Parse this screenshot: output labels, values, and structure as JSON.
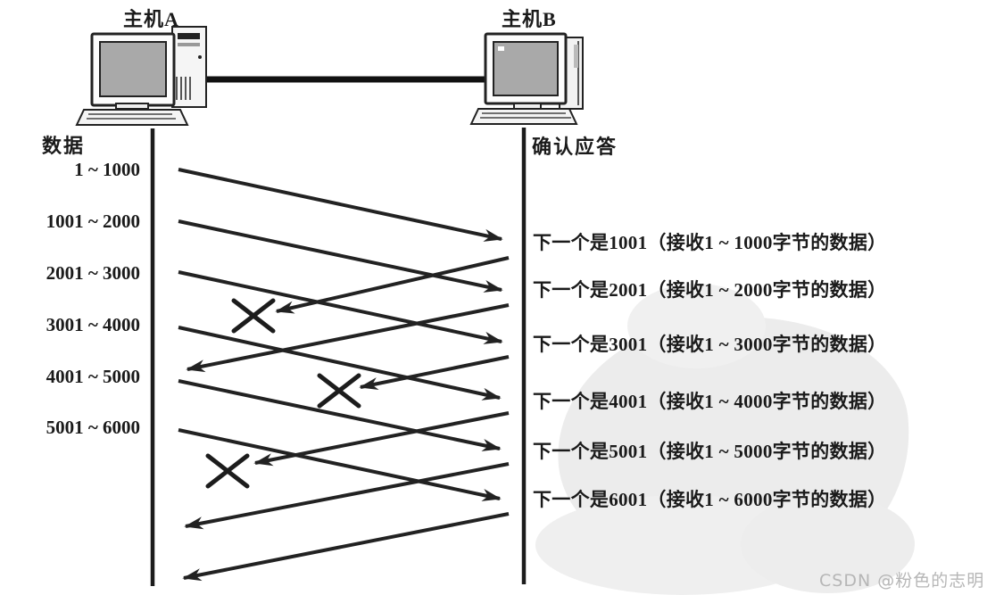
{
  "hosts": {
    "host_a": "主机A",
    "host_b": "主机B"
  },
  "columns": {
    "data_header": "数据",
    "ack_header": "确认应答"
  },
  "segments": [
    "1 ~ 1000",
    "1001 ~ 2000",
    "2001 ~ 3000",
    "3001 ~ 4000",
    "4001 ~ 5000",
    "5001 ~ 6000"
  ],
  "acks": [
    {
      "label": "下一个是1001（接收1 ~ 1000字节的数据）",
      "lost": true
    },
    {
      "label": "下一个是2001（接收1 ~ 2000字节的数据）",
      "lost": false
    },
    {
      "label": "下一个是3001（接收1 ~ 3000字节的数据）",
      "lost": true
    },
    {
      "label": "下一个是4001（接收1 ~ 4000字节的数据）",
      "lost": true
    },
    {
      "label": "下一个是5001（接收1 ~ 5000字节的数据）",
      "lost": false
    },
    {
      "label": "下一个是6001（接收1 ~ 6000字节的数据）",
      "lost": false
    }
  ],
  "watermark": {
    "text": "CSDN @粉色的志明",
    "color": "#b6b6b6"
  },
  "colors": {
    "line": "#222222",
    "text": "#1a1a1a",
    "screen_fill": "#a9a9a9",
    "blob": "#ececec"
  }
}
